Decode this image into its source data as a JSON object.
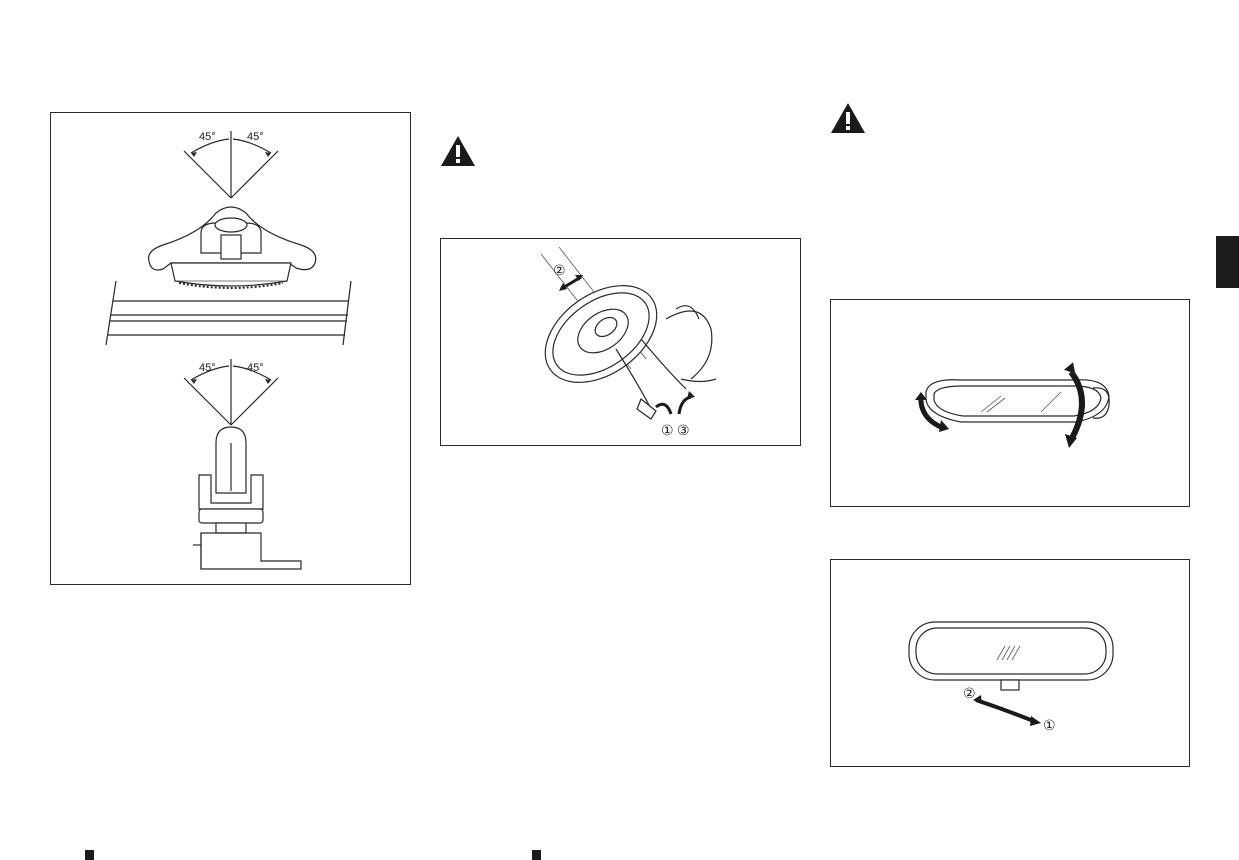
{
  "figures": {
    "clip": {
      "angle_top_left": "45°",
      "angle_top_right": "45°",
      "angle_bottom_left": "45°",
      "angle_bottom_right": "45°"
    },
    "steering": {
      "callout_1": "①",
      "callout_2": "②",
      "callout_3": "③"
    },
    "mirror_auto": {
      "callout_1": "①",
      "callout_2": "②"
    }
  },
  "icons": {
    "warning": "warning-triangle-icon",
    "arrows": "curved-arrow-icon"
  },
  "colors": {
    "ink": "#1a1a1a",
    "tab": "#1c1c1c"
  }
}
